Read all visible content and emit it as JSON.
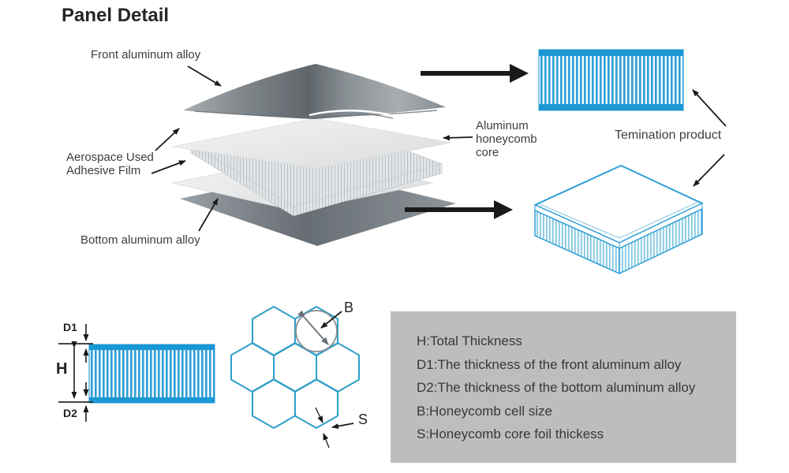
{
  "title": "Panel Detail",
  "labels": {
    "front": "Front aluminum alloy",
    "adhesive": [
      "Aerospace Used",
      "Adhesive Film"
    ],
    "bottom": "Bottom aluminum alloy",
    "core": [
      "Aluminum",
      "honeycomb",
      "core"
    ],
    "termination": "Temination product"
  },
  "dims": {
    "d1": "D1",
    "h": "H",
    "d2": "D2",
    "b": "B",
    "s": "S"
  },
  "legend": {
    "items": [
      "H:Total Thickness",
      "D1:The thickness of the front aluminum alloy",
      "D2:The thickness of the bottom aluminum alloy",
      "B:Honeycomb cell size",
      "S:Honeycomb core foil thickess"
    ]
  },
  "colors": {
    "accent_blue": "#1b97d4",
    "stripe_blue": "#2e9fd6",
    "hex_blue": "#2f9fc9",
    "legend_bg": "#bdbdbd",
    "arrow_black": "#1a1a1a"
  }
}
